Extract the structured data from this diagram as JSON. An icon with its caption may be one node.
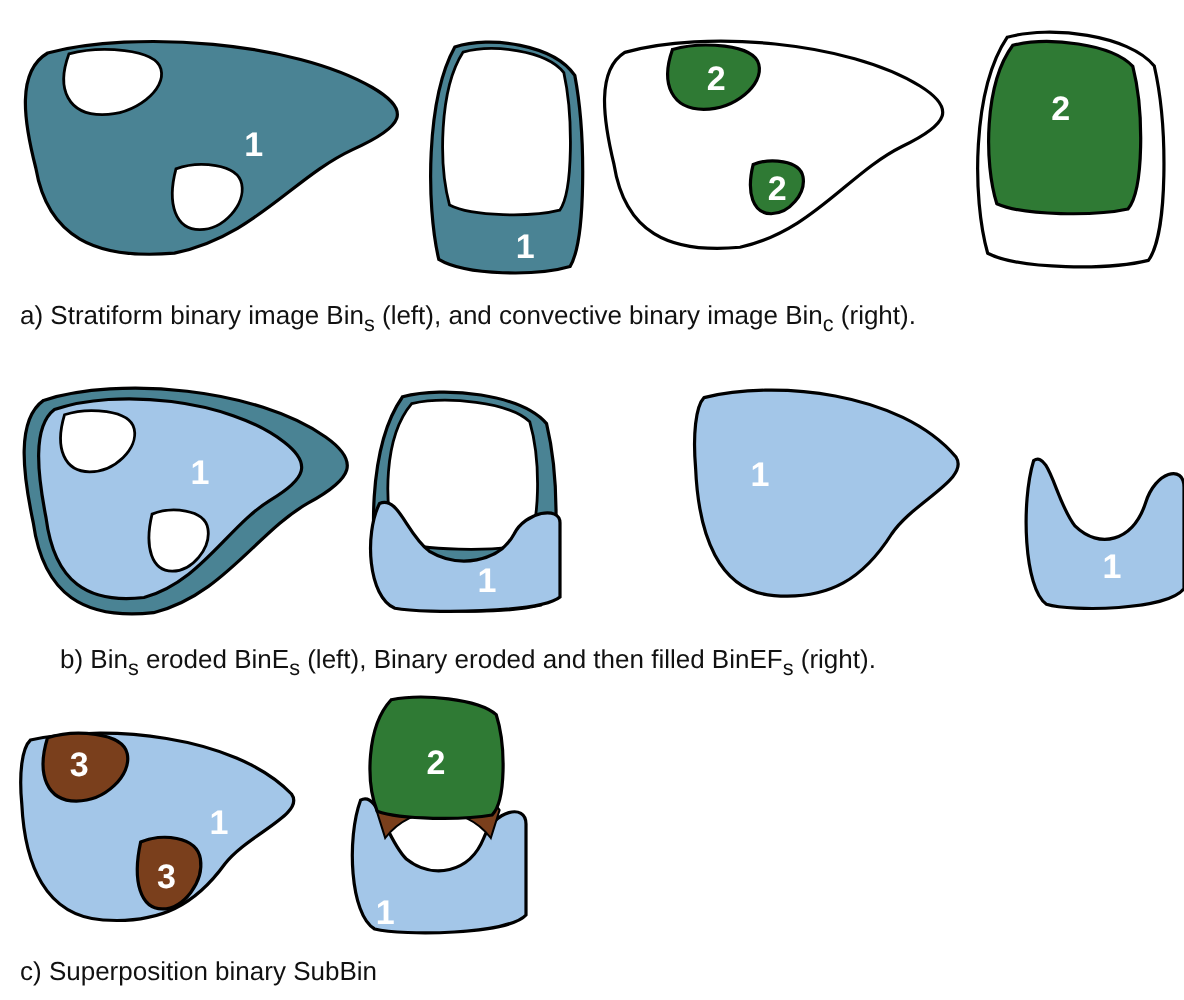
{
  "diagram": {
    "nodes": [
      {
        "text": [
          "1"
        ]
      },
      {
        "text": [
          "1"
        ]
      },
      {
        "text": [],
        "shape": "box"
      },
      {
        "text": [
          "2"
        ],
        "in": 2
      },
      {
        "text": [
          "2"
        ],
        "in": 2
      },
      {
        "text": [],
        "shape": "box"
      },
      {
        "text": [
          "2"
        ],
        "in": 5
      },
      {
        "text": [],
        "shape": "box"
      },
      {
        "text": [
          "1"
        ],
        "in": 7
      },
      {
        "text": [],
        "shape": "box"
      },
      {
        "text": [
          "1"
        ],
        "in": 9
      },
      {
        "text": [
          "1"
        ]
      },
      {
        "text": [
          "1"
        ]
      },
      {
        "text": [
          "1"
        ]
      },
      {
        "text": [
          "3"
        ],
        "in": 13
      },
      {
        "text": [
          "3"
        ],
        "in": 13
      },
      {
        "text": [
          "1"
        ]
      },
      {
        "text": [
          "2"
        ]
      }
    ],
    "labels": [
      "a) Stratiform binary image  Bin$_{s}$ (left), and convective binary image Bin$_{c}$ (right).",
      "b) Bin$_{s}$ eroded BinE$_{s}$ (left), Binary eroded and then filled BinEF$_{s}$ (right).",
      "c) Superposition binary SubBin"
    ]
  }
}
